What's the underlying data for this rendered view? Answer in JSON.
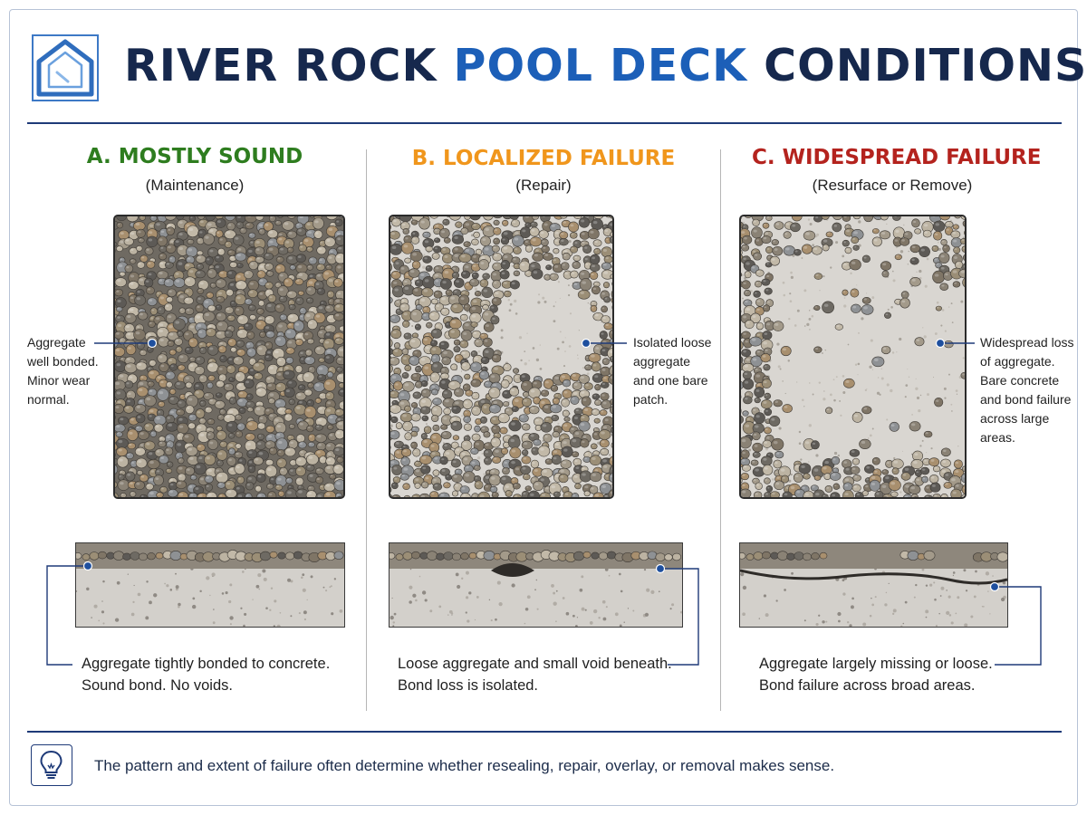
{
  "header": {
    "title_part1": "RIVER ROCK ",
    "title_part2": "POOL DECK",
    "title_part3": " CONDITIONS",
    "logo_icon": "house-icon"
  },
  "colors": {
    "navy": "#16284d",
    "blue": "#1c5fb8",
    "green": "#2e7d1f",
    "orange": "#f0961c",
    "red": "#b4231e"
  },
  "panels": [
    {
      "title": "A. MOSTLY SOUND",
      "subtitle": "(Maintenance)",
      "side_note": [
        "Aggregate",
        "well bonded.",
        "Minor wear",
        "normal."
      ],
      "caption": [
        "Aggregate tightly bonded to concrete.",
        "Sound bond. No voids."
      ]
    },
    {
      "title": "B. LOCALIZED FAILURE",
      "subtitle": "(Repair)",
      "side_note": [
        "Isolated loose",
        "aggregate",
        "and one bare",
        "patch."
      ],
      "caption": [
        "Loose aggregate and small void beneath.",
        "Bond loss is isolated."
      ]
    },
    {
      "title": "C. WIDESPREAD FAILURE",
      "subtitle": "(Resurface or Remove)",
      "side_note": [
        "Widespread loss",
        "of aggregate.",
        "Bare concrete",
        "and bond failure",
        "across large",
        "areas."
      ],
      "caption": [
        "Aggregate largely missing or loose.",
        "Bond failure across broad areas."
      ]
    }
  ],
  "footer": {
    "icon": "lightbulb-icon",
    "text": "The pattern and extent of failure often determine whether resealing, repair, overlay, or removal makes sense."
  }
}
